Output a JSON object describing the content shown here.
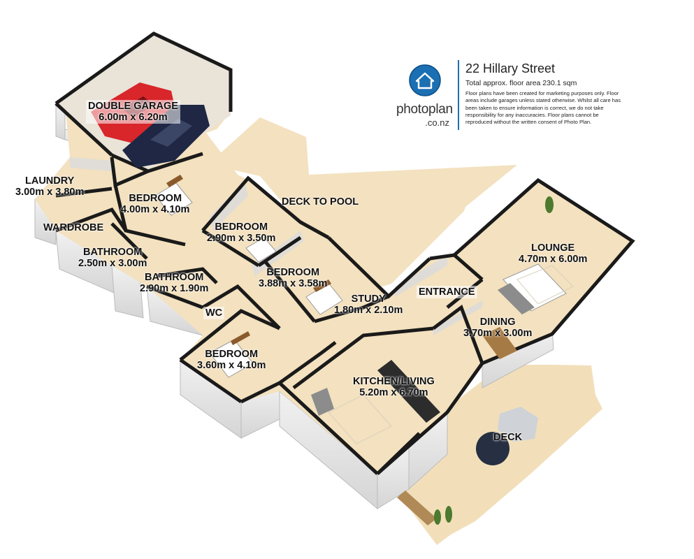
{
  "header": {
    "address": "22 Hillary Street",
    "floor_area": "Total approx. floor area 230.1 sqm",
    "disclaimer": "Floor plans have been created for marketing purposes only. Floor areas include garages unless stated otherwise. Whilst all care has been taken to ensure information is correct, we do not take responsibility for any inaccuracies. Floor plans cannot be reproduced without the written consent of Photo Plan."
  },
  "brand": {
    "name": "photoplan",
    "domain": ".co.nz",
    "logo_icon": "house-icon",
    "accent_color": "#1b6fb3"
  },
  "rooms": {
    "garage": {
      "name": "DOUBLE GARAGE",
      "dims": "6.00m x 6.20m"
    },
    "laundry": {
      "name": "LAUNDRY",
      "dims": "3.00m x 3.80m"
    },
    "bedroom1": {
      "name": "BEDROOM",
      "dims": "4.00m x 4.10m"
    },
    "deckpool": {
      "name": "DECK TO POOL"
    },
    "wardrobe": {
      "name": "WARDROBE"
    },
    "bedroom2": {
      "name": "BEDROOM",
      "dims": "2.90m x 3.50m"
    },
    "bath1": {
      "name": "BATHROOM",
      "dims": "2.50m x 3.00m"
    },
    "bedroom3": {
      "name": "BEDROOM",
      "dims": "3.88m x 3.58m"
    },
    "bath2": {
      "name": "BATHROOM",
      "dims": "2.90m x 1.90m"
    },
    "study": {
      "name": "STUDY",
      "dims": "1.80m x 2.10m"
    },
    "entrance": {
      "name": "ENTRANCE"
    },
    "lounge": {
      "name": "LOUNGE",
      "dims": "4.70m x 6.00m"
    },
    "wc": {
      "name": "WC"
    },
    "dining": {
      "name": "DINING",
      "dims": "3.70m x 3.00m"
    },
    "bedroom4": {
      "name": "BEDROOM",
      "dims": "3.60m x 4.10m"
    },
    "kitchen": {
      "name": "KITCHEN/LIVING",
      "dims": "5.20m x 6.70m"
    },
    "deck": {
      "name": "DECK"
    }
  },
  "colors": {
    "floor": "#f3e1bf",
    "deck": "#f2dfba",
    "wall_top": "#1a1a1a",
    "wall_face": "#e6e6e6",
    "car_red": "#d8262b",
    "car_navy": "#1f2744"
  }
}
